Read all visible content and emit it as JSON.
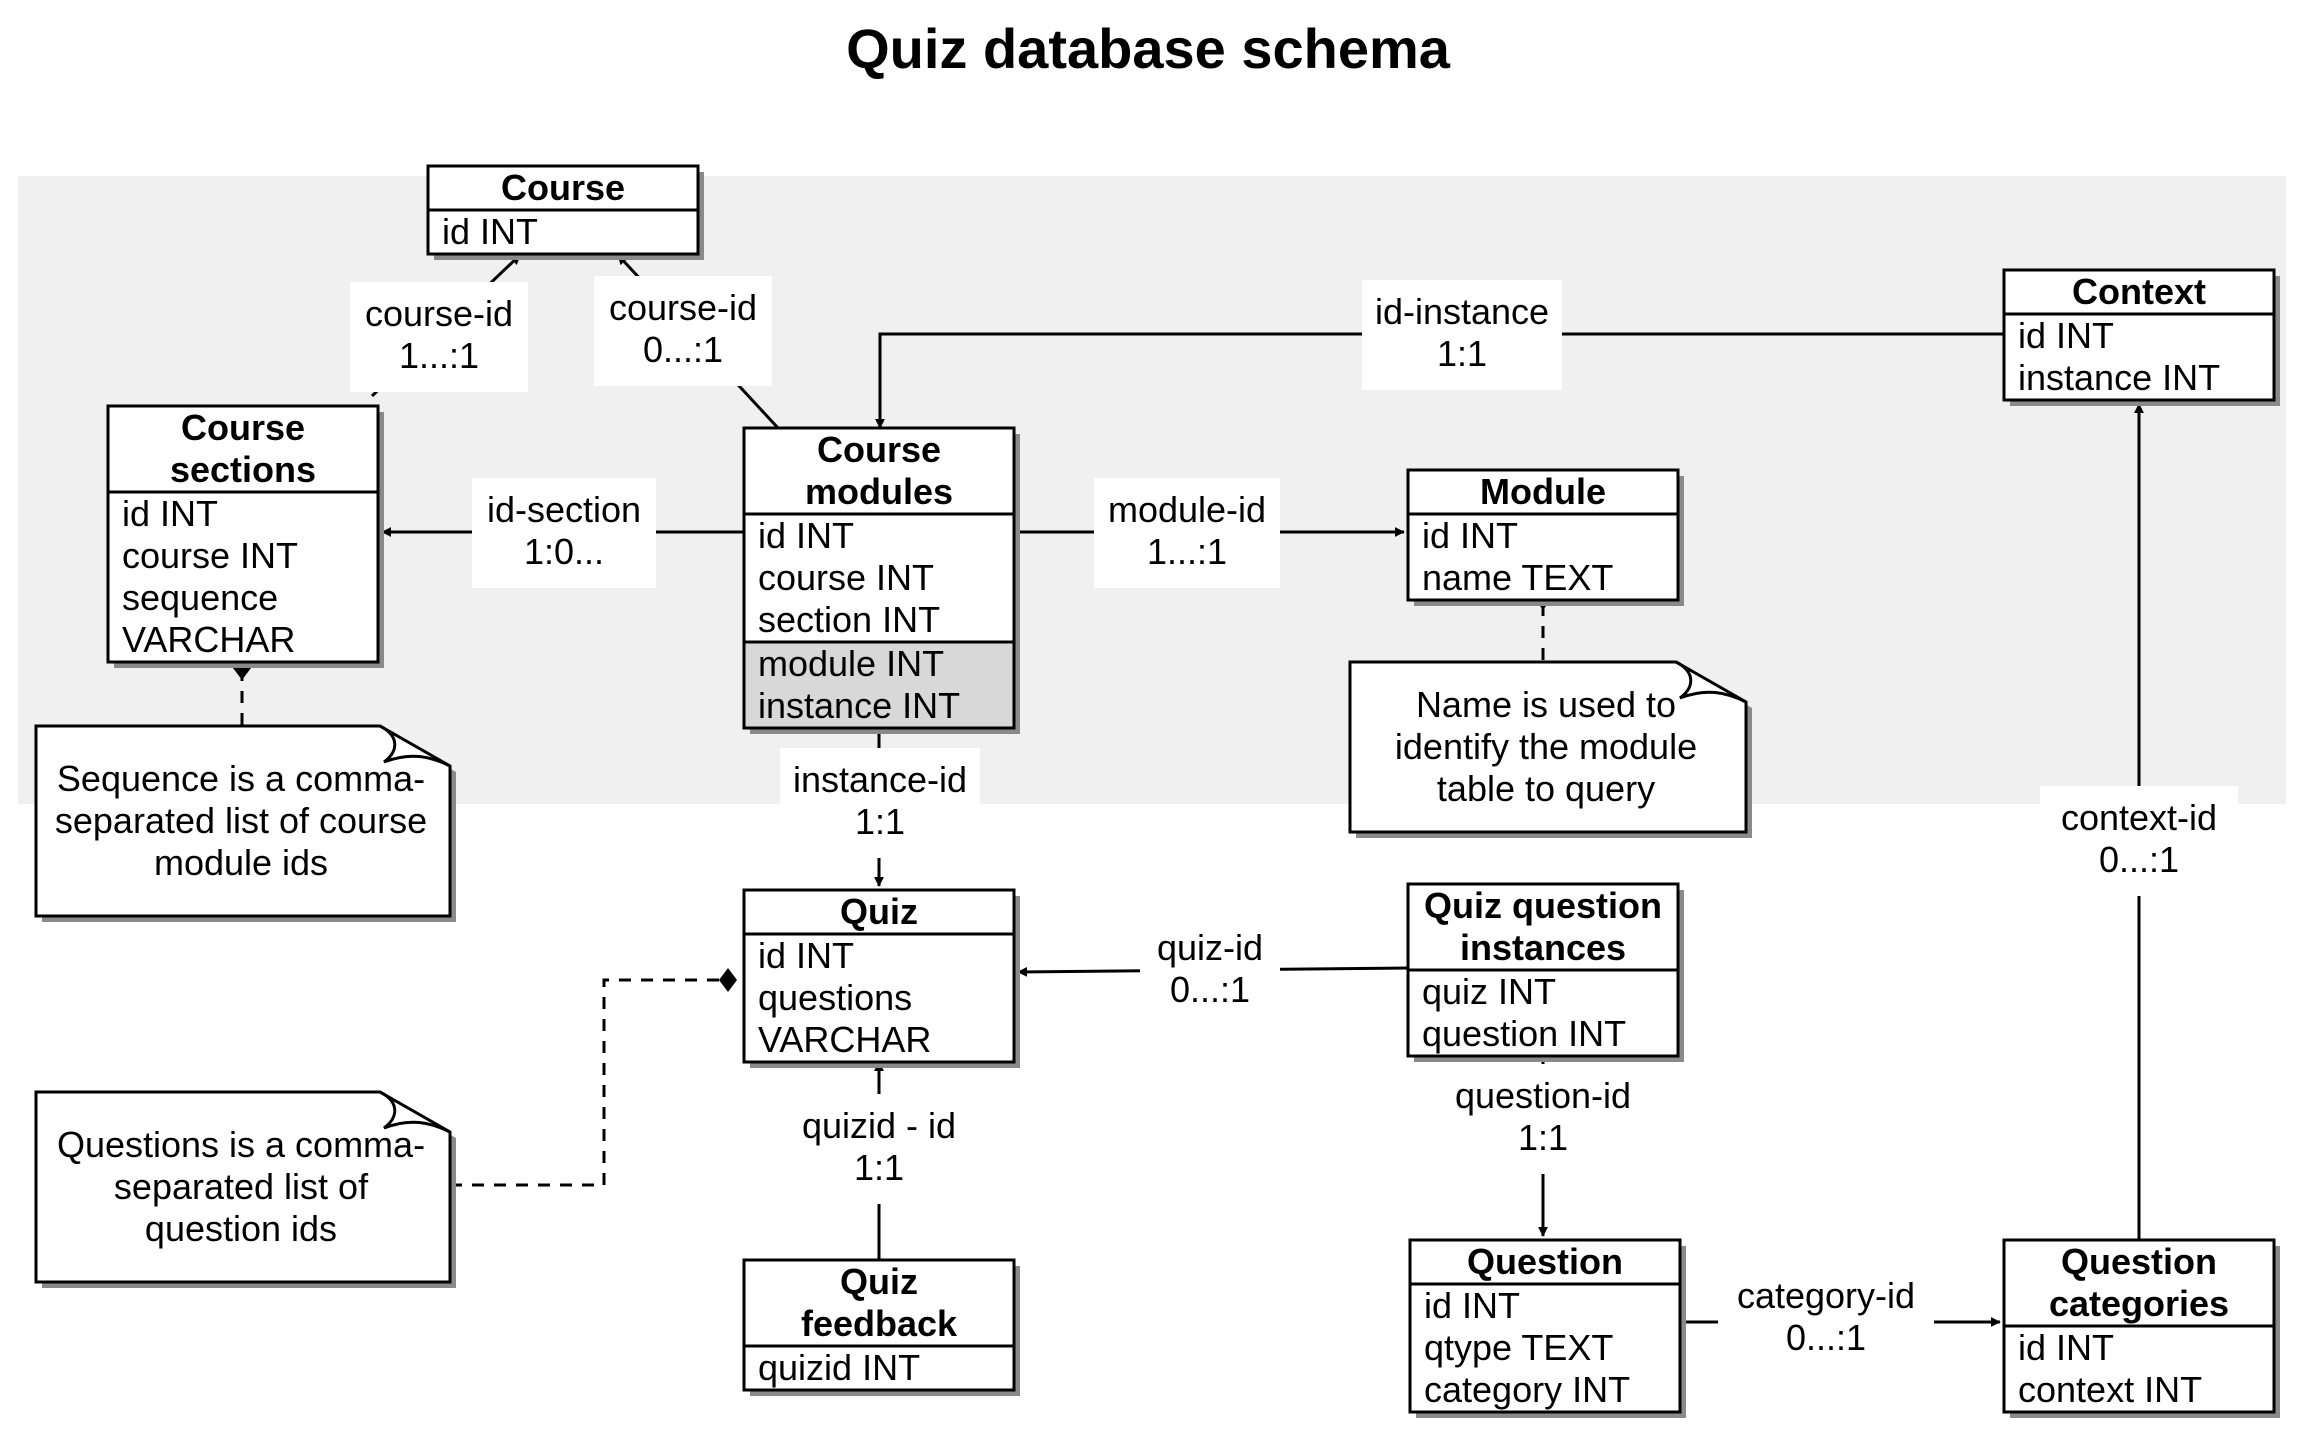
{
  "title": "Quiz database schema",
  "colors": {
    "background_band": "#f0f0f0",
    "shaded_fields": "#d8d8d8",
    "shadow": "#8a8a8a",
    "line": "#000000"
  },
  "entities": {
    "course": {
      "title": [
        "Course"
      ],
      "fields": [
        "id INT"
      ]
    },
    "course_sections": {
      "title": [
        "Course",
        "sections"
      ],
      "fields": [
        "id INT",
        "course INT",
        "sequence",
        "VARCHAR"
      ]
    },
    "course_modules": {
      "title": [
        "Course",
        "modules"
      ],
      "fields": [
        "id INT",
        "course INT",
        "section INT"
      ],
      "shaded_fields": [
        "module INT",
        "instance INT"
      ]
    },
    "module": {
      "title": [
        "Module"
      ],
      "fields": [
        "id INT",
        "name TEXT"
      ]
    },
    "context": {
      "title": [
        "Context"
      ],
      "fields": [
        "id INT",
        "instance INT"
      ]
    },
    "quiz": {
      "title": [
        "Quiz"
      ],
      "fields": [
        "id INT",
        "questions",
        "VARCHAR"
      ]
    },
    "quiz_question_instances": {
      "title": [
        "Quiz question",
        "instances"
      ],
      "fields": [
        "quiz INT",
        "question INT"
      ]
    },
    "quiz_feedback": {
      "title": [
        "Quiz",
        "feedback"
      ],
      "fields": [
        "quizid INT"
      ]
    },
    "question": {
      "title": [
        "Question"
      ],
      "fields": [
        "id INT",
        "qtype TEXT",
        "category INT"
      ]
    },
    "question_categories": {
      "title": [
        "Question",
        "categories"
      ],
      "fields": [
        "id INT",
        "context INT"
      ]
    }
  },
  "relations": {
    "course_id_a": [
      "course-id",
      "1...:1"
    ],
    "course_id_b": [
      "course-id",
      "0...:1"
    ],
    "id_instance": [
      "id-instance",
      "1:1"
    ],
    "id_section": [
      "id-section",
      "1:0..."
    ],
    "module_id": [
      "module-id",
      "1...:1"
    ],
    "instance_id": [
      "instance-id",
      "1:1"
    ],
    "context_id": [
      "context-id",
      "0...:1"
    ],
    "quiz_id": [
      "quiz-id",
      "0...:1"
    ],
    "quizid_id": [
      "quizid - id",
      "1:1"
    ],
    "question_id": [
      "question-id",
      "1:1"
    ],
    "category_id": [
      "category-id",
      "0...:1"
    ]
  },
  "notes": {
    "sequence_note": [
      "Sequence is a comma-",
      "separated list of course",
      "module ids"
    ],
    "name_note": [
      "Name is used to",
      "identify the module",
      "table to query"
    ],
    "questions_note": [
      "Questions is a comma-",
      "separated list of",
      "question ids"
    ]
  }
}
